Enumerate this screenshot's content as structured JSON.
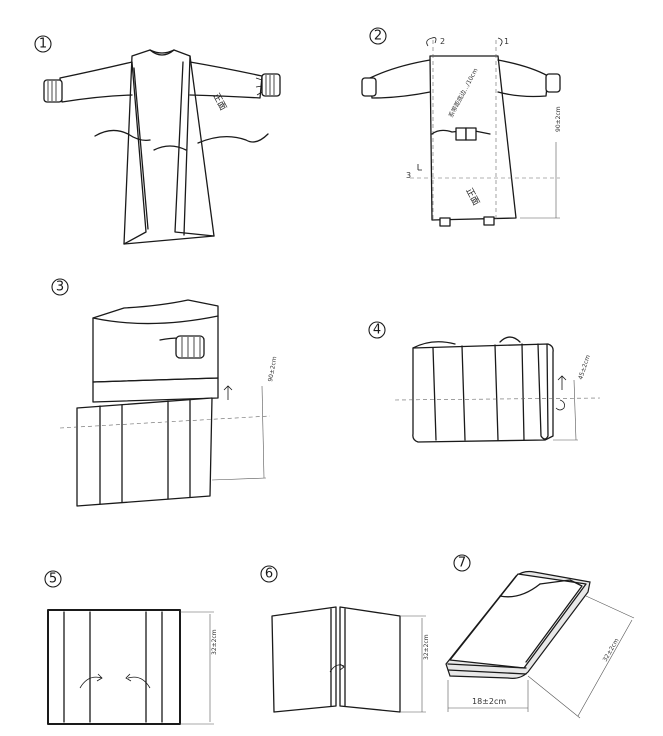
{
  "steps": [
    {
      "number": "1",
      "front_mark": "正面"
    },
    {
      "number": "2",
      "fold_marks": [
        "2",
        "1"
      ],
      "margin_mark": "3",
      "front_mark": "正面",
      "tie_note": "系带距底边…/10cm",
      "dim_note": "90±2cm"
    },
    {
      "number": "3",
      "dim_note": "90±2cm"
    },
    {
      "number": "4",
      "dim_note": "45±2cm"
    },
    {
      "number": "5",
      "dim_note": "32±2cm"
    },
    {
      "number": "6",
      "dim_note": "32±2cm"
    },
    {
      "number": "7",
      "dim_side": "32±2cm",
      "dim_bottom": "18±2cm"
    }
  ]
}
